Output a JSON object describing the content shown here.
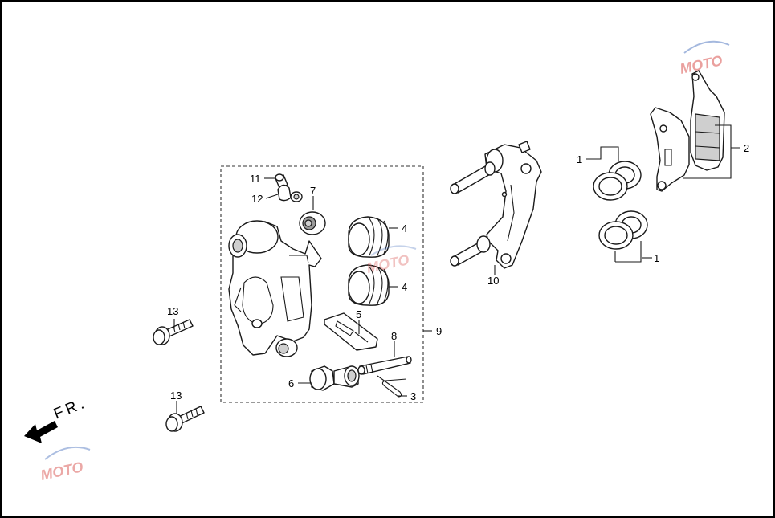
{
  "diagram": {
    "direction_label": "FR.",
    "callouts": [
      {
        "id": "c1a",
        "text": "1"
      },
      {
        "id": "c1b",
        "text": "1"
      },
      {
        "id": "c2",
        "text": "2"
      },
      {
        "id": "c3",
        "text": "3"
      },
      {
        "id": "c4a",
        "text": "4"
      },
      {
        "id": "c4b",
        "text": "4"
      },
      {
        "id": "c5",
        "text": "5"
      },
      {
        "id": "c6",
        "text": "6"
      },
      {
        "id": "c7",
        "text": "7"
      },
      {
        "id": "c8",
        "text": "8"
      },
      {
        "id": "c9",
        "text": "9"
      },
      {
        "id": "c10",
        "text": "10"
      },
      {
        "id": "c11",
        "text": "11"
      },
      {
        "id": "c12",
        "text": "12"
      },
      {
        "id": "c13a",
        "text": "13"
      },
      {
        "id": "c13b",
        "text": "13"
      }
    ],
    "watermark": "MOTO",
    "colors": {
      "line": "#1a1a1a",
      "background": "#ffffff",
      "watermark_red": "#d9534f",
      "watermark_blue": "#5b7fc4"
    }
  }
}
